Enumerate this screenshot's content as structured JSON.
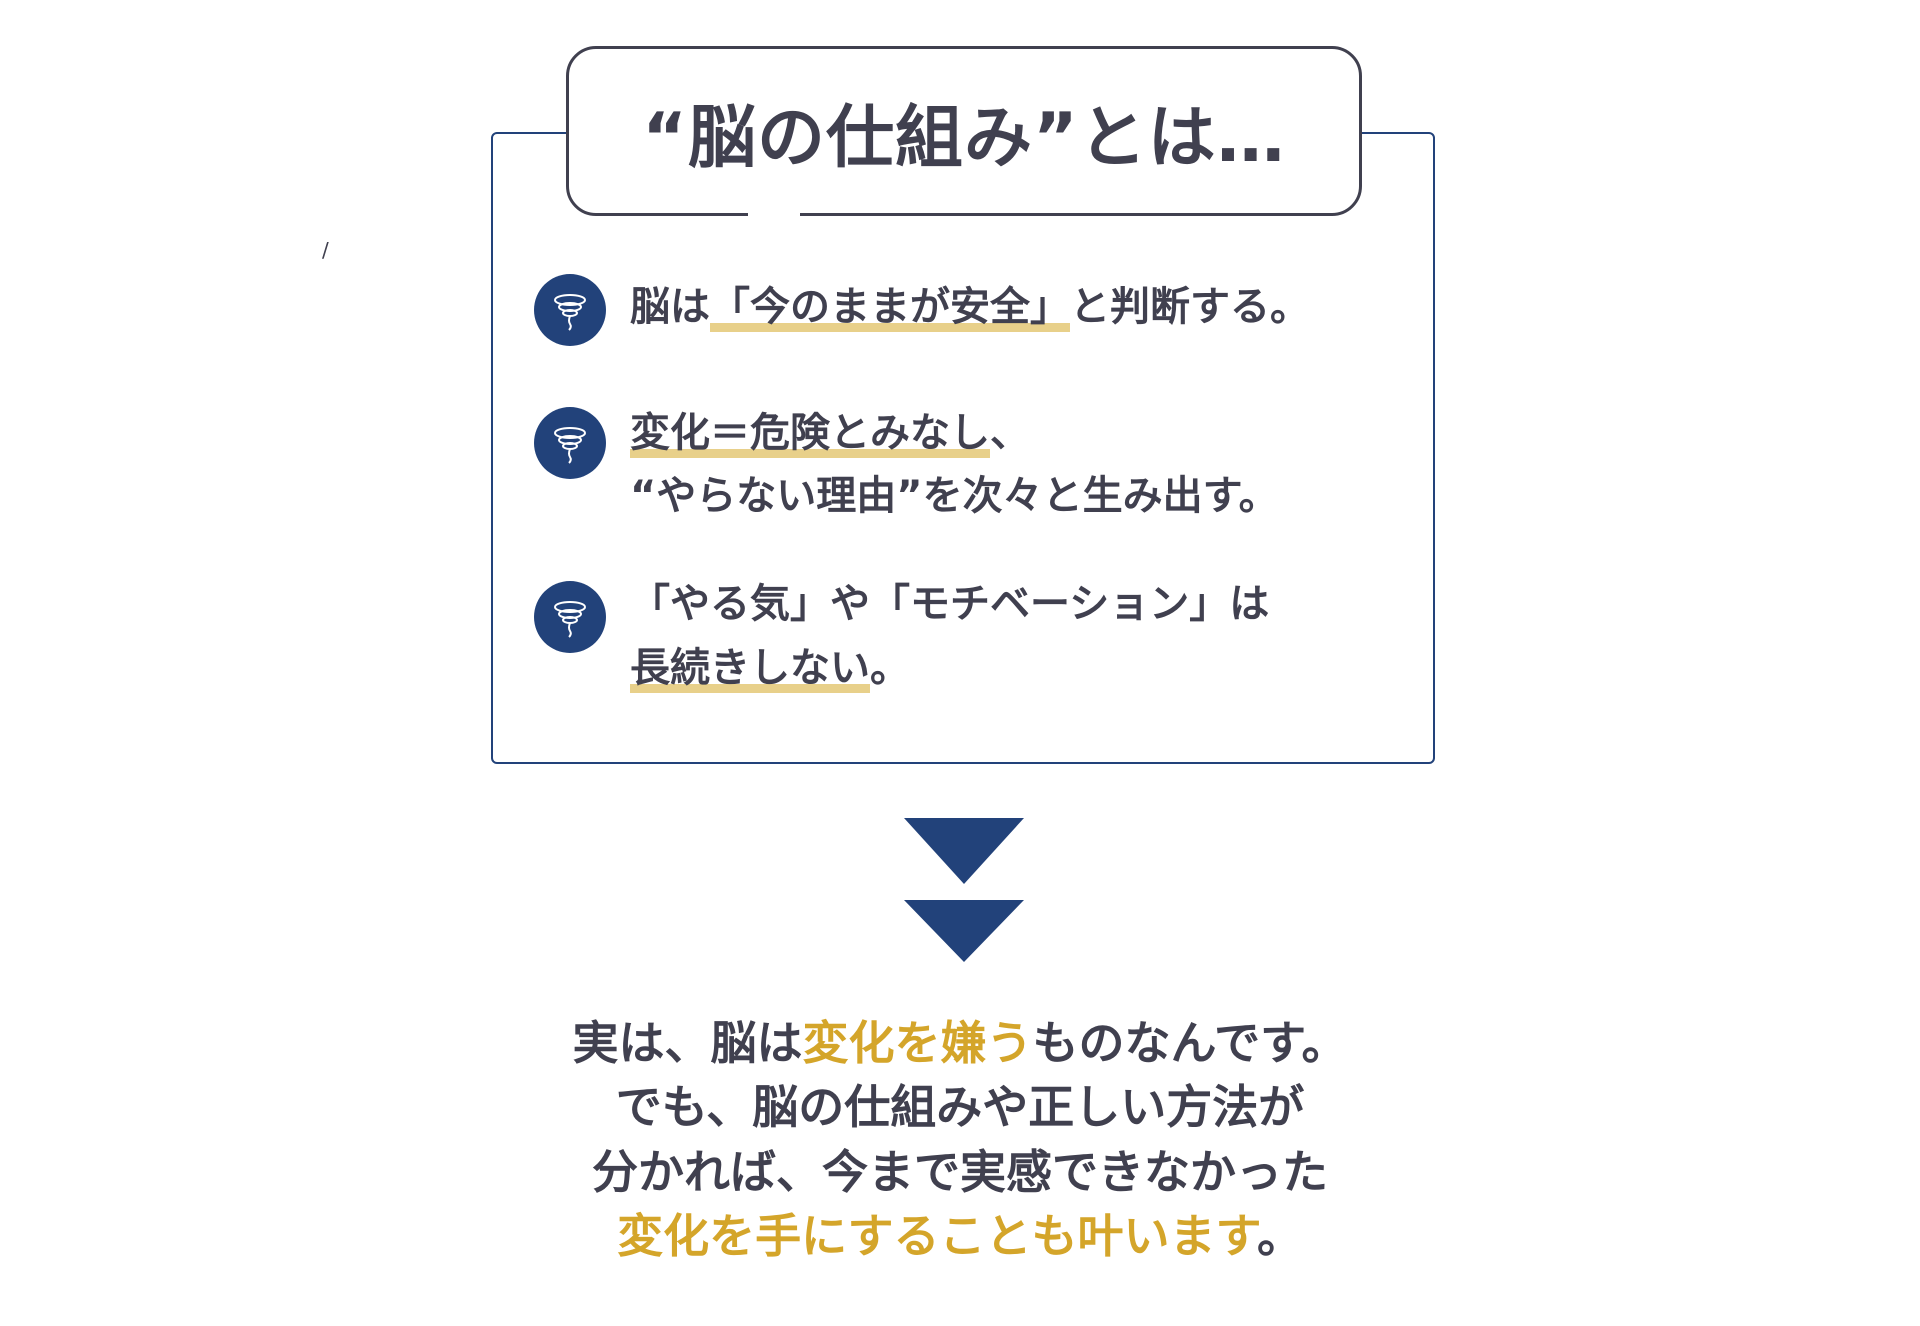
{
  "title": "“脳の仕組み”とは…",
  "stray_mark": "/",
  "items": [
    {
      "lines": [
        [
          "脳は",
          ""
        ],
        [
          "「今のままが安全」",
          "hl"
        ],
        [
          "と判断する。",
          ""
        ]
      ]
    },
    {
      "l1_hl": "変化＝危険とみなし",
      "l1_rest": "、",
      "l2": "“やらない理由”を次々と生み出す。"
    },
    {
      "l1": "「やる気」や「モチベーション」は",
      "l2_hl": "長続きしない",
      "l2_rest": "。"
    }
  ],
  "item1": {
    "a": "脳は",
    "hl": "「今のままが安全」",
    "b": "と判断する。"
  },
  "conclusion": {
    "l1a": "実は、脳は",
    "l1gold": "変化を嫌う",
    "l1b": "ものなんです。",
    "l2": "でも、脳の仕組みや正しい方法が",
    "l3": "分かれば、今まで実感できなかった",
    "l4gold": "変化を手にすることも叶います",
    "l4b": "。"
  },
  "colors": {
    "navy": "#22427a",
    "text": "#40404f",
    "gold": "#d4a52a",
    "highlight": "#e8d08a"
  },
  "icon": "tornado-icon"
}
